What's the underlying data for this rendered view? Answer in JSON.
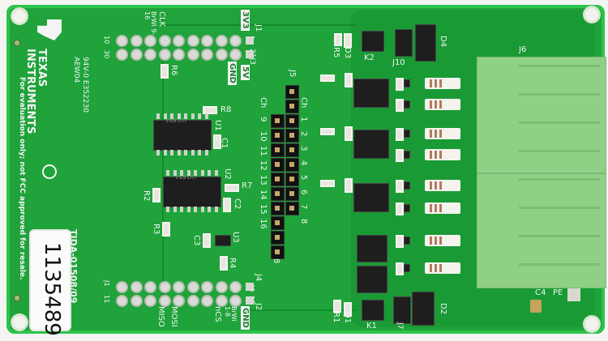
{
  "board": {
    "logo": "TEXAS INSTRUMENTS",
    "ul_mark": "94V-0 E352230 AEW04",
    "disclaimer": "For evaluation only; not FCC approved for resale.",
    "part_number": "TIDA-01508/09",
    "sticker": "1135489",
    "colors": {
      "pcb": "#1fa33a",
      "connector": "#8fcf86",
      "silkscreen": "#f4f4f4"
    }
  },
  "labels": {
    "clk": "CLK",
    "brwi_9_16": "BrWi 9-16",
    "pin10": "10",
    "pin30": "30",
    "v3v3": "3V3",
    "j1": "J1",
    "j1_1": "1",
    "j3": "21J3",
    "gnd_top": "GND",
    "v5": "5V",
    "r6": "R6",
    "r8": "R8",
    "u1": "U1",
    "c1": "C1",
    "u2": "U2",
    "r7": "R7",
    "c2": "C2",
    "r2": "R2",
    "r3": "R3",
    "c3": "C3",
    "u3": "U3",
    "r4": "R4",
    "j4": "J4",
    "pin40": "40",
    "pin20": "20",
    "j2": "J2",
    "gnd_bot": "GND",
    "brwi_1_8": "BrWi 1-8",
    "ncs": "nCS",
    "mosi": "MOSI",
    "miso": "MISO",
    "j11": "J1",
    "pin11": "11",
    "j5": "J5",
    "ch_a": "Ch",
    "ch_b": "Ch",
    "j8": "J8",
    "ch_left": [
      "9",
      "10",
      "11",
      "12",
      "13",
      "14",
      "15",
      "16"
    ],
    "ch_right": [
      "1",
      "2",
      "3",
      "4",
      "5",
      "6",
      "7",
      "8"
    ],
    "r5": "R5",
    "d3": "D3",
    "k2": "K2",
    "j10": "J10",
    "d4": "D4",
    "r1": "R1",
    "d1": "D1",
    "k1": "K1",
    "j7": "J7",
    "d2": "D2",
    "j6": "J6",
    "pe": "PE",
    "c4": "C4"
  },
  "chips": {
    "u1_marking": "LV165A",
    "u2_marking": "LV165A"
  }
}
